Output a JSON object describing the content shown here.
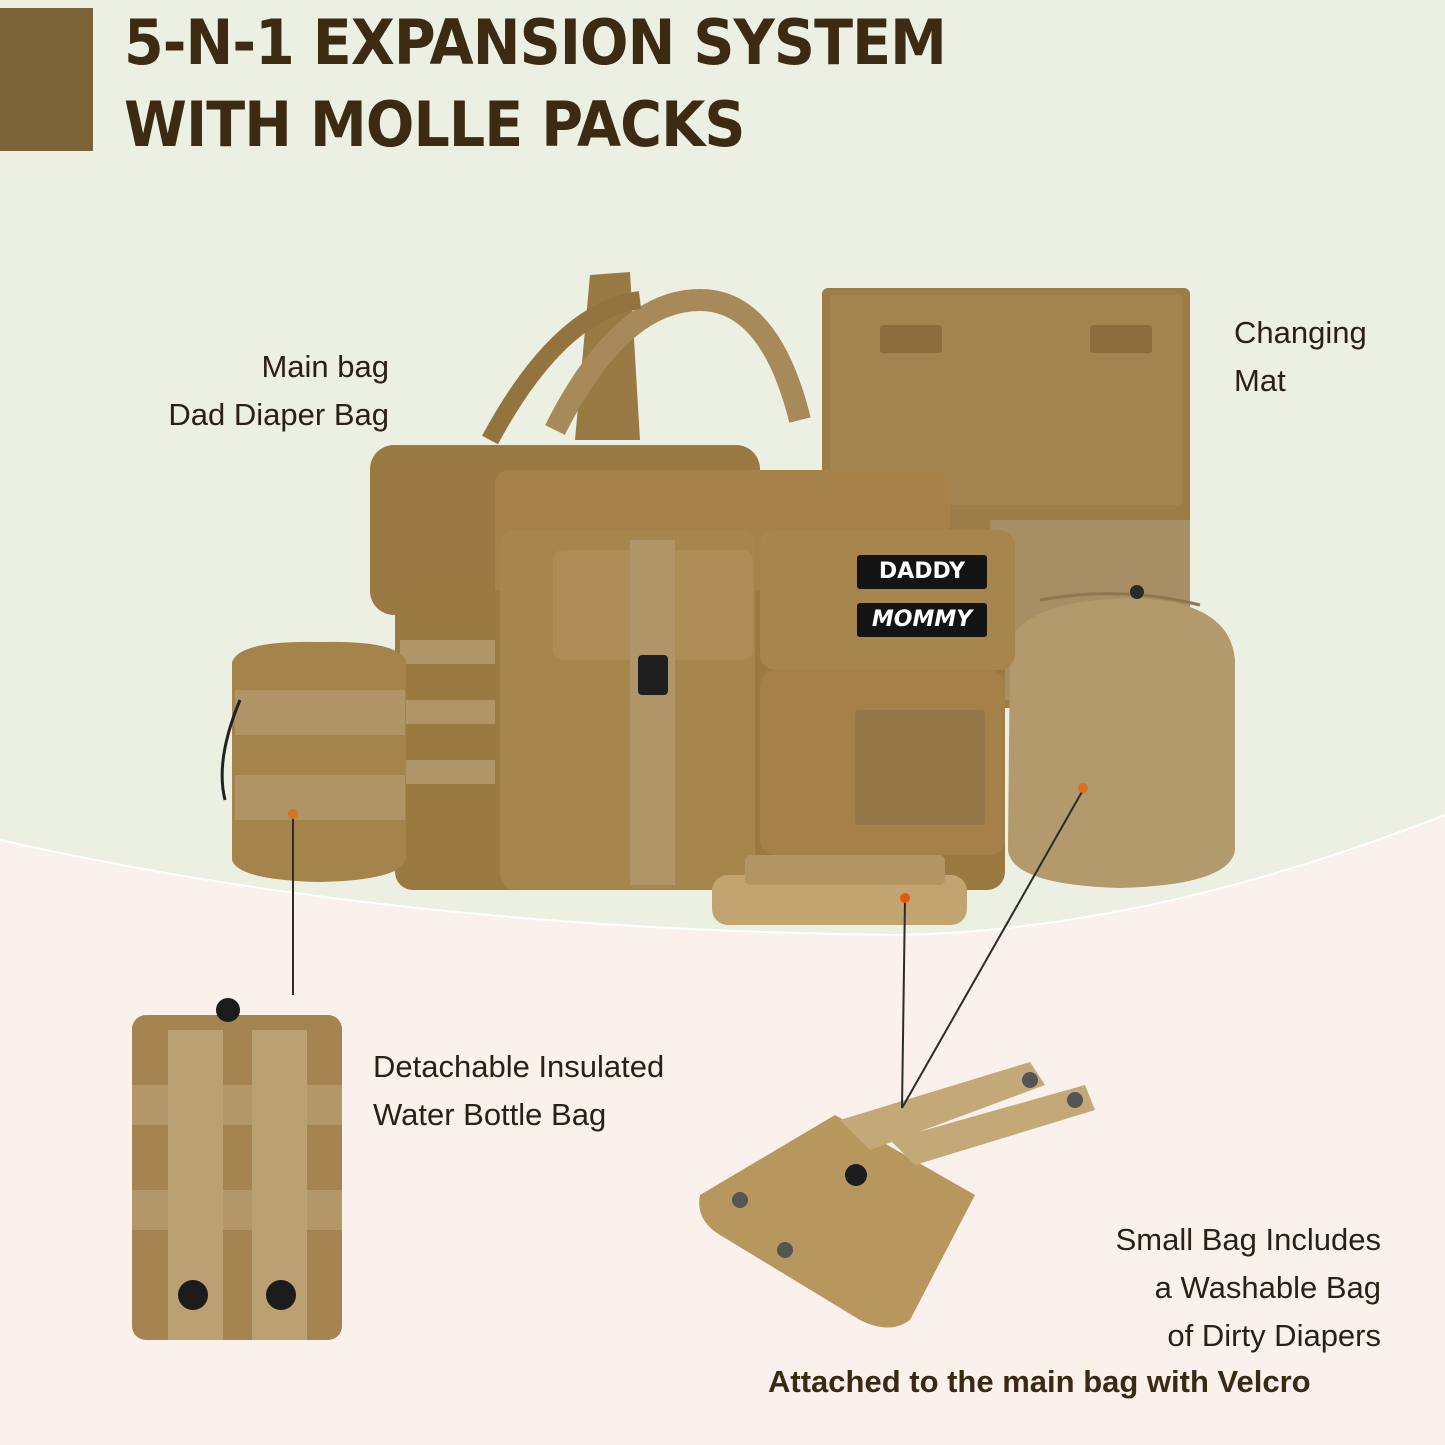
{
  "title": {
    "line1": "5-N-1 EXPANSION SYSTEM",
    "line2": "WITH MOLLE PACKS"
  },
  "labels": {
    "main_bag": {
      "line1": "Main bag",
      "line2": "Dad Diaper Bag"
    },
    "changing_mat": {
      "line1": "Changing",
      "line2": "Mat"
    },
    "water_bottle": {
      "line1": "Detachable Insulated",
      "line2": "Water Bottle Bag"
    },
    "small_bag": {
      "line1": "Small Bag Includes",
      "line2": "a Washable Bag",
      "line3": "of Dirty Diapers"
    },
    "velcro_note": "Attached to the main bag with Velcro"
  },
  "patches": {
    "patch1": "DADDY",
    "patch2": "MOMMY"
  },
  "colors": {
    "accent_block": "#7b6337",
    "title_text": "#3d2a12",
    "bg_top": "#ebf0e2",
    "bg_bottom": "#fbf1ec",
    "product_tan": "#a8874e",
    "callout_dot": "#d9741c"
  }
}
